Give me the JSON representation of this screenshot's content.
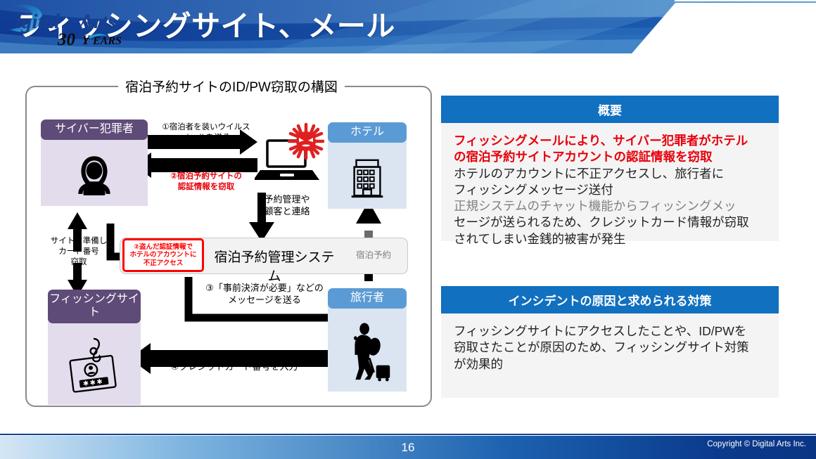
{
  "header": {
    "title": "フィッシングサイト、メール",
    "logo_name": "DigitalArts",
    "logo_mark": "D",
    "logo_sub_num": "30",
    "logo_sub_text": "YEARS",
    "logo_registered": "®",
    "colors": {
      "banner_dark": "#12398f",
      "banner_mid": "#1f5fb5",
      "banner_light": "#7fb3dd"
    }
  },
  "diagram": {
    "title": "宿泊予約サイトのID/PW窃取の構図",
    "cards": {
      "criminal": {
        "label": "サイバー犯罪者",
        "icon": "hacker-icon",
        "header_color": "#5f4b78",
        "body_color": "#e3dced"
      },
      "hotel": {
        "label": "ホテル",
        "icon": "hotel-building-icon",
        "header_color": "#5b9bd5",
        "body_color": "#dbe5f1"
      },
      "phishing": {
        "label": "フィッシングサイト",
        "icon": "phishing-credentials-icon",
        "header_color": "#5f4b78",
        "body_color": "#e3dced"
      },
      "traveler": {
        "label": "旅行者",
        "icon": "traveler-icon",
        "header_color": "#5b9bd5",
        "body_color": "#dbe5f1"
      }
    },
    "system_bar": {
      "label": "宿泊予約管理システム",
      "side_label": "宿泊予約"
    },
    "alert_box": {
      "text": "②盗んだ認証情報で\nホテルのアカウントに\n不正アクセス",
      "line1": "②盗んだ認証情報で",
      "line2": "ホテルのアカウントに",
      "line3": "不正アクセス",
      "color": "#ff0000"
    },
    "labels": {
      "step1_line1": "①宿泊者を装いウイルス",
      "step1_line2": "メールを送る",
      "step2_line1": "②宿泊予約サイトの",
      "step2_line2": "認証情報を窃取",
      "laptop_line1": "予約管理や",
      "laptop_line2": "顧客と連絡",
      "prepare_line1": "サイトを準備し",
      "prepare_line2": "カード番号",
      "prepare_line3": "窃取",
      "step3_line1": "③「事前決済が必要」などの",
      "step3_line2": "メッセージを送る",
      "step4": "④クレジットカード番号を入力"
    },
    "icons": {
      "laptop": "laptop-icon",
      "virus": "virus-icon"
    }
  },
  "panels": [
    {
      "key": "overview",
      "title": "概要",
      "lines": [
        {
          "text": "フィッシングメールにより、サイバー犯罪者がホテル",
          "style": "em"
        },
        {
          "text": "の宿泊予約サイトアカウントの認証情報を窃取",
          "style": "em"
        },
        {
          "text": "ホテルのアカウントに不正アクセスし、旅行者に",
          "style": "normal"
        },
        {
          "text": "フィッシングメッセージ送付",
          "style": "normal"
        },
        {
          "text": "正規システムのチャット機能からフィッシングメッ",
          "style": "muted"
        },
        {
          "text": "セージが送られるため、クレジットカード情報が窃取",
          "style": "normal"
        },
        {
          "text": "されてしまい金銭的被害が発生",
          "style": "normal"
        }
      ]
    },
    {
      "key": "cause",
      "title": "インシデントの原因と求められる対策",
      "lines": [
        {
          "text": "フィッシングサイトにアクセスしたことや、ID/PWを",
          "style": "normal"
        },
        {
          "text": "窃取さたことが原因のため、フィッシングサイト対策",
          "style": "normal"
        },
        {
          "text": "が効果的",
          "style": "normal"
        }
      ]
    }
  ],
  "footer": {
    "page_number": "16",
    "copyright": "Copyright © Digital Arts Inc."
  }
}
